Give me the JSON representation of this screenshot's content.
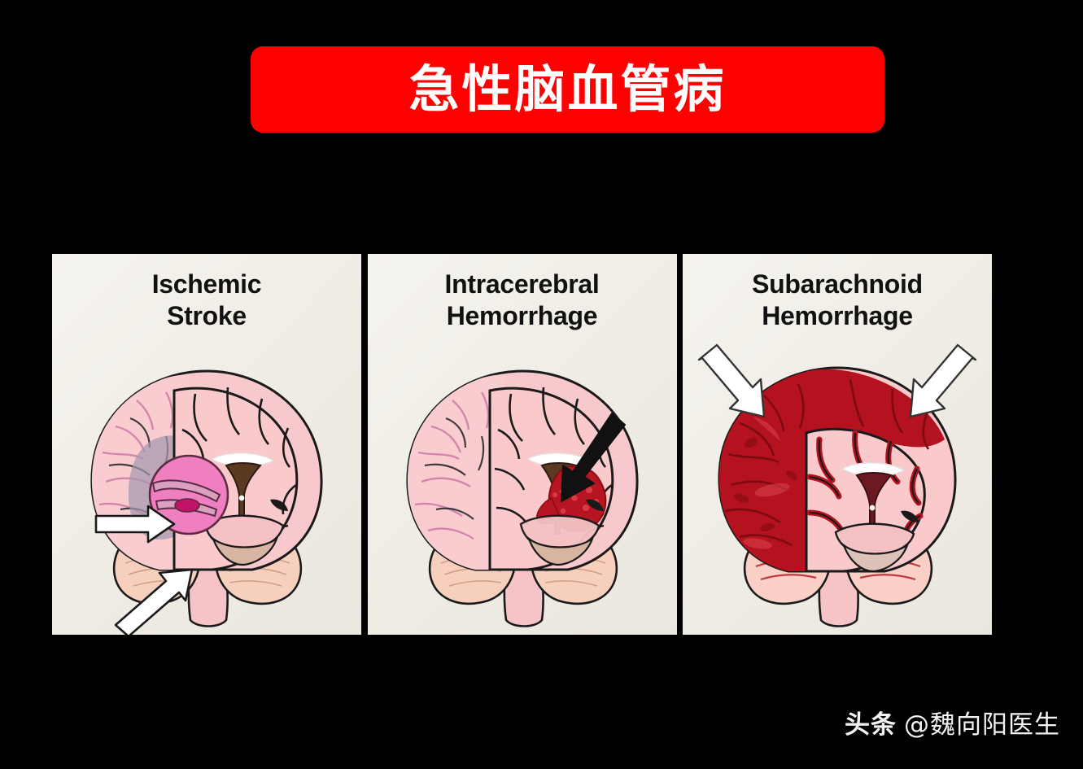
{
  "background_color": "#000000",
  "title": {
    "text": "急性脑血管病",
    "banner_color": "#FF0000",
    "text_color": "#FFFFFF"
  },
  "panels": [
    {
      "id": "ischemic-stroke",
      "title_line1": "Ischemic",
      "title_line2": "Stroke",
      "background_color": "#f2f0ea",
      "illustration": "coronal-brain-with-infarct-and-magnified-occluded-vessel",
      "markers": [
        {
          "name": "arrow-horizontal-right",
          "color": "#FFFFFF",
          "points_to": "infarct-region"
        },
        {
          "name": "arrow-diagonal-up-right",
          "color": "#FFFFFF",
          "points_to": "occluded-vessel-magnifier"
        }
      ],
      "colors": {
        "brain": "#f7c6c8",
        "infarct": "#a79aad",
        "magnifier": "#ef7fc0",
        "clot": "#c2136b"
      }
    },
    {
      "id": "intracerebral-hemorrhage",
      "title_line1": "Intracerebral",
      "title_line2": "Hemorrhage",
      "background_color": "#f4f2ec",
      "illustration": "coronal-brain-with-basal-ganglia-hematoma",
      "markers": [
        {
          "name": "arrow-diagonal-down-left",
          "color": "#111111",
          "points_to": "hematoma"
        }
      ],
      "colors": {
        "brain": "#f7c6c8",
        "hematoma": "#b81522"
      }
    },
    {
      "id": "subarachnoid-hemorrhage",
      "title_line1": "Subarachnoid",
      "title_line2": "Hemorrhage",
      "background_color": "#f4f2ec",
      "illustration": "coronal-brain-with-blood-over-cortical-surface",
      "markers": [
        {
          "name": "arrow-diagonal-down-right",
          "color": "#FFFFFF",
          "points_to": "blood-over-left-cortex"
        },
        {
          "name": "arrow-diagonal-down-left",
          "color": "#FFFFFF",
          "points_to": "blood-over-right-cortex"
        }
      ],
      "colors": {
        "brain": "#f9c8cb",
        "blood": "#b4121e"
      }
    }
  ],
  "watermark": {
    "brand": "头条",
    "handle": "@魏向阳医生",
    "color": "#f3f3f3"
  }
}
